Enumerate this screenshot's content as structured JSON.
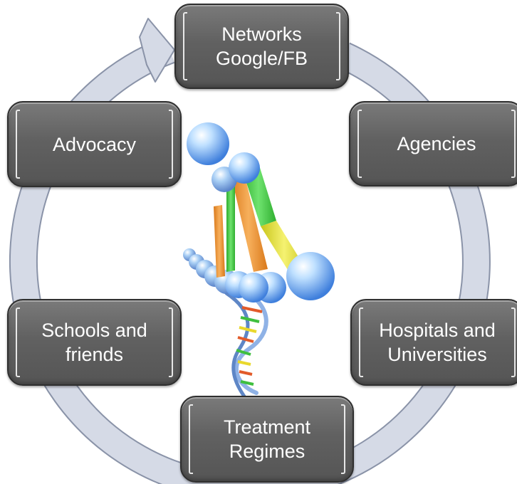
{
  "diagram": {
    "type": "cycle",
    "center_image": "dna-double-helix-icon",
    "colors": {
      "node_fill": "#626262",
      "node_border": "#2f2f2f",
      "ring": "#d5dae6",
      "ring_outline": "#8a93a8",
      "text": "#ffffff"
    },
    "nodes": [
      {
        "id": "networks",
        "label": "Networks\nGoogle/FB"
      },
      {
        "id": "agencies",
        "label": "Agencies"
      },
      {
        "id": "hospitals",
        "label": "Hospitals and\nUniversities"
      },
      {
        "id": "treatment",
        "label": "Treatment\nRegimes"
      },
      {
        "id": "schools",
        "label": "Schools and\nfriends"
      },
      {
        "id": "advocacy",
        "label": "Advocacy"
      }
    ]
  }
}
